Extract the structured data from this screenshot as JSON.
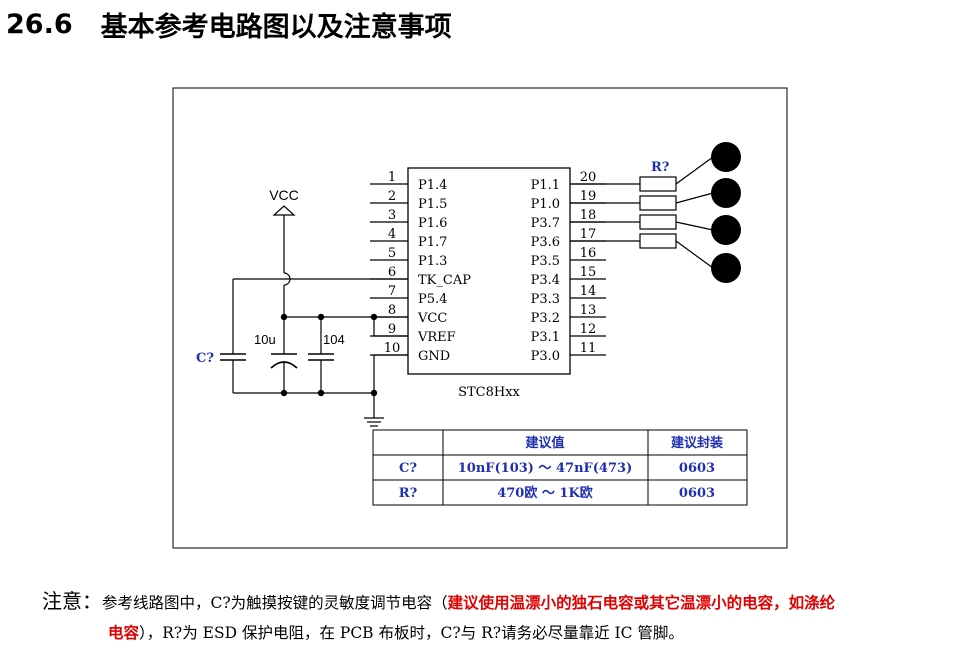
{
  "heading": {
    "number": "26.6",
    "title": "基本参考电路图以及注意事项"
  },
  "schematic": {
    "chip_name": "STC8Hxx",
    "left_pins": [
      {
        "num": "1",
        "name": "P1.4"
      },
      {
        "num": "2",
        "name": "P1.5"
      },
      {
        "num": "3",
        "name": "P1.6"
      },
      {
        "num": "4",
        "name": "P1.7"
      },
      {
        "num": "5",
        "name": "P1.3"
      },
      {
        "num": "6",
        "name": "TK_CAP"
      },
      {
        "num": "7",
        "name": "P5.4"
      },
      {
        "num": "8",
        "name": "VCC"
      },
      {
        "num": "9",
        "name": "VREF"
      },
      {
        "num": "10",
        "name": "GND"
      }
    ],
    "right_pins": [
      {
        "num": "20",
        "name": "P1.1"
      },
      {
        "num": "19",
        "name": "P1.0"
      },
      {
        "num": "18",
        "name": "P3.7"
      },
      {
        "num": "17",
        "name": "P3.6"
      },
      {
        "num": "16",
        "name": "P3.5"
      },
      {
        "num": "15",
        "name": "P3.4"
      },
      {
        "num": "14",
        "name": "P3.3"
      },
      {
        "num": "13",
        "name": "P3.2"
      },
      {
        "num": "12",
        "name": "P3.1"
      },
      {
        "num": "11",
        "name": "P3.0"
      }
    ],
    "vcc_label": "VCC",
    "cap_label": "C?",
    "cap_10u": "10u",
    "cap_104": "104",
    "resistor_label": "R?",
    "colors": {
      "line": "#000000",
      "label_blue": "#1f2fb0"
    }
  },
  "table": {
    "headers": [
      "",
      "建议值",
      "建议封装"
    ],
    "rows": [
      [
        "C?",
        "10nF(103) ～ 47nF(473)",
        "0603"
      ],
      [
        "R?",
        "470欧 ～ 1K欧",
        "0603"
      ]
    ]
  },
  "note": {
    "label": "注意：",
    "text1": "参考线路图中，C?为触摸按键的灵敏度调节电容（",
    "red1": "建议使用温漂小的独石电容或其它温漂小的电容，如涤纶",
    "red2": "电容",
    "text2": "），R?为 ESD 保护电阻，在 PCB 布板时，C?与 R?请务必尽量靠近 IC 管脚。",
    "red_color": "#e00000"
  }
}
